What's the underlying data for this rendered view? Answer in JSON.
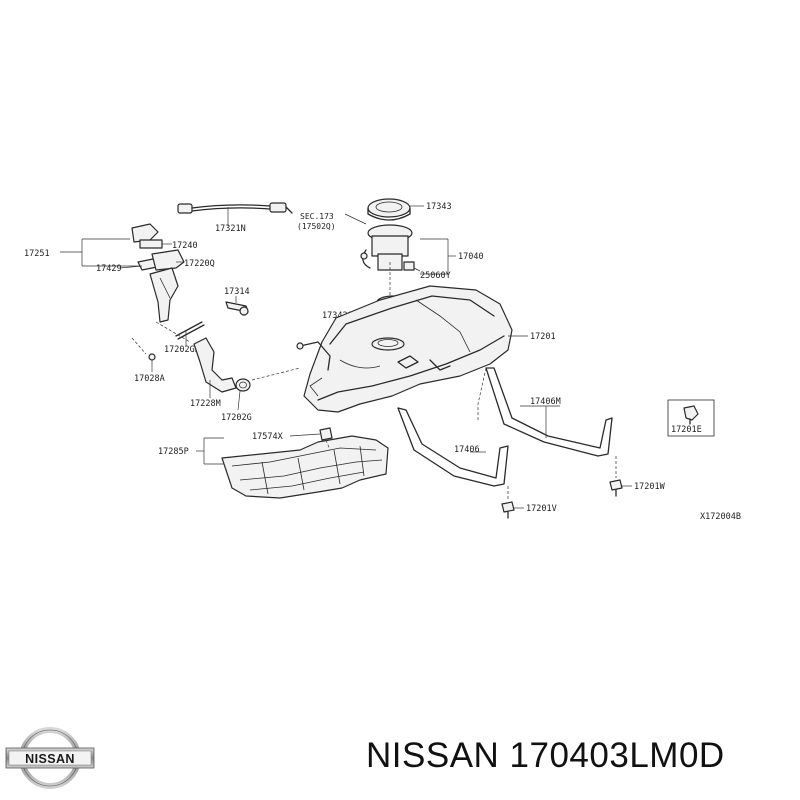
{
  "diagram": {
    "ref_code": "X172004B",
    "sec_ref": {
      "line1": "SEC.173",
      "line2": "(17502Q)"
    },
    "labels": {
      "p17321N": "17321N",
      "p17343": "17343",
      "p17251": "17251",
      "p17240": "17240",
      "p17429": "17429",
      "p17220Q": "17220Q",
      "p17040": "17040",
      "p25060Y": "25060Y",
      "p17314": "17314",
      "p17342Q": "17342Q",
      "p17201": "17201",
      "p17202GB": "17202GB",
      "p17028A": "17028A",
      "p17228M": "17228M",
      "p17202G": "17202G",
      "p17406M": "17406M",
      "p17201E": "17201E",
      "p17285P": "17285P",
      "p17574X": "17574X",
      "p17406": "17406",
      "p17201W": "17201W",
      "p17201V": "17201V"
    }
  },
  "footer": {
    "brand_logo_text": "NISSAN",
    "title": "NISSAN 170403LM0D"
  }
}
